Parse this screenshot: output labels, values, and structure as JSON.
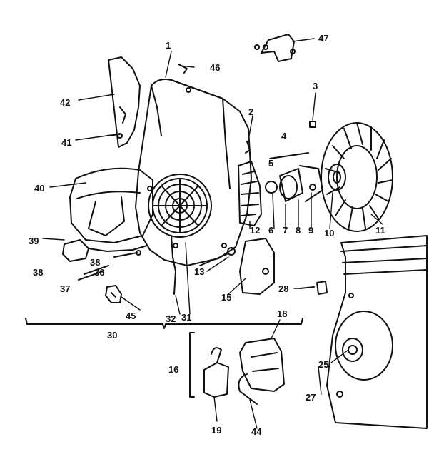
{
  "diagram": {
    "colors": {
      "ink": "#111111",
      "paper": "#ffffff"
    },
    "callouts": {
      "n1": "1",
      "n2": "2",
      "n3": "3",
      "n4": "4",
      "n5": "5",
      "n6": "6",
      "n7": "7",
      "n8": "8",
      "n9": "9",
      "n10": "10",
      "n11": "11",
      "n12": "12",
      "n13": "13",
      "n15": "15",
      "n16": "16",
      "n18": "18",
      "n19": "19",
      "n25": "25",
      "n27": "27",
      "n28": "28",
      "n30": "30",
      "n31": "31",
      "n32": "32",
      "n36": "36",
      "n37": "37",
      "n38a": "38",
      "n38b": "38",
      "n39": "39",
      "n40": "40",
      "n41": "41",
      "n42": "42",
      "n44": "44",
      "n45": "45",
      "n46": "46",
      "n47": "47"
    }
  }
}
